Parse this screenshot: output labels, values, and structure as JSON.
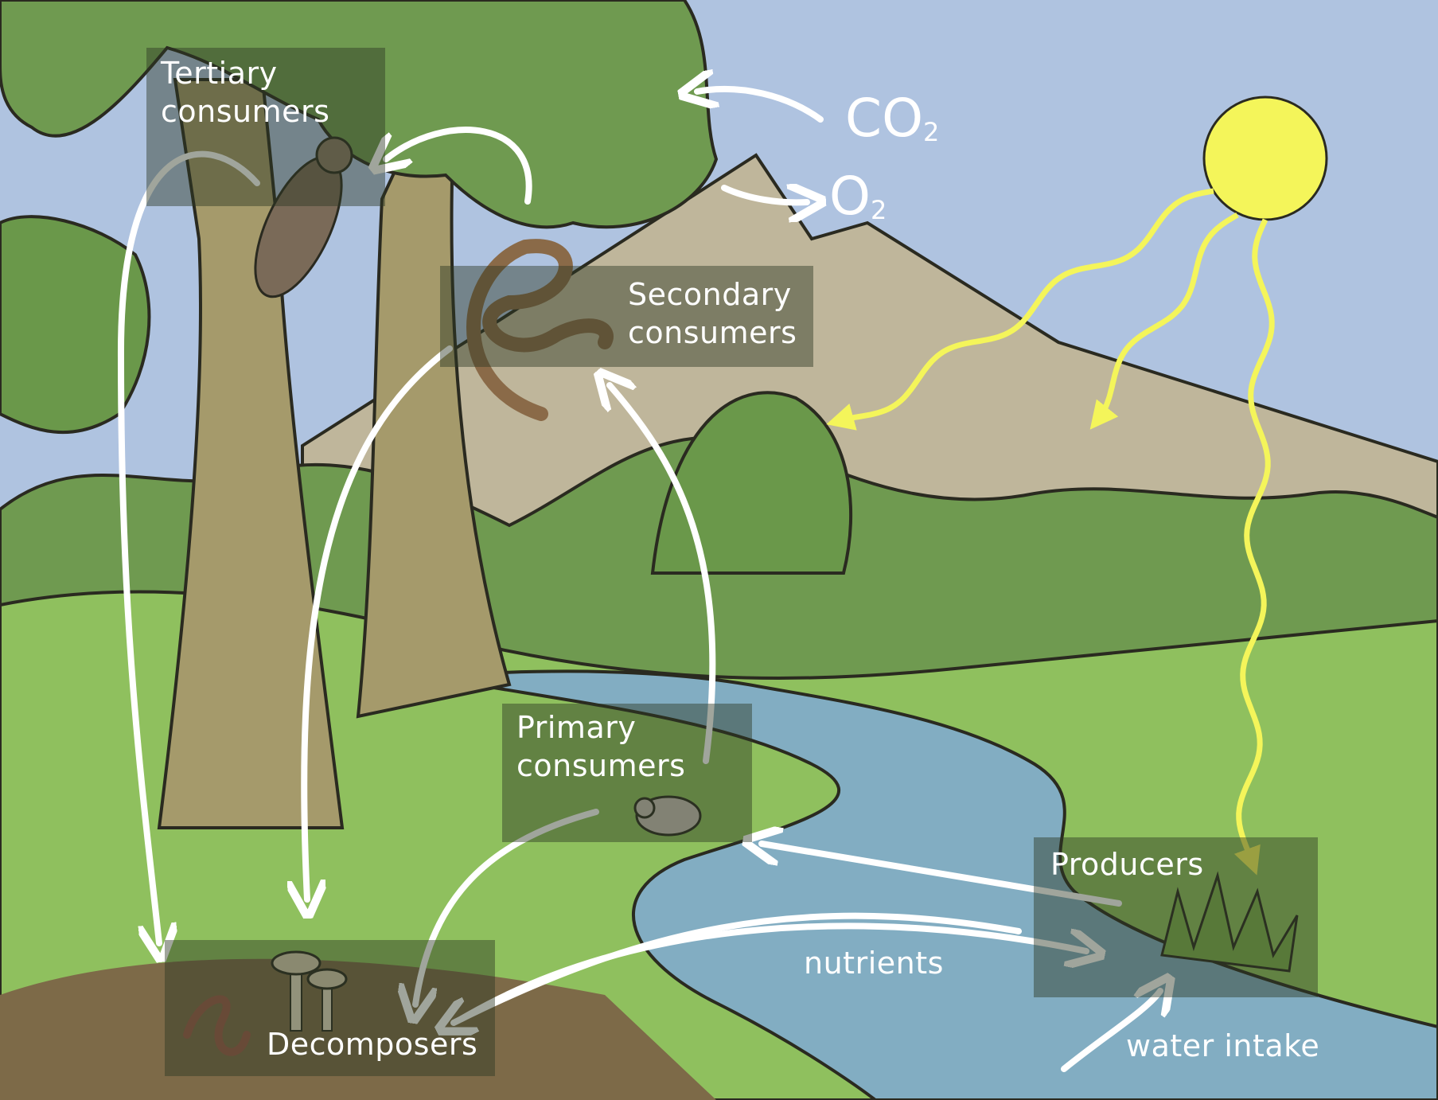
{
  "colors": {
    "sky": "#afc3e0",
    "mountain": "#bfb69b",
    "foliage": "#6f9a50",
    "grass": "#8fc05e",
    "river": "#82adc2",
    "trunk": "#a59a6b",
    "sun": "#f4f55a",
    "arrow": "#ffffff"
  },
  "labels": {
    "tertiary": "Tertiary consumers",
    "secondary": "Secondary consumers",
    "primary": "Primary consumers",
    "producers": "Producers",
    "decomposers": "Decomposers",
    "nutrients": "nutrients",
    "water_intake": "water intake",
    "co2": {
      "base": "CO",
      "sub": "2"
    },
    "o2": {
      "base": "O",
      "sub": "2"
    }
  },
  "organisms": {
    "tertiary": "hawk",
    "secondary": "snake",
    "primary": "mouse",
    "producers": "plants",
    "decomposers": [
      "mushrooms",
      "earthworm"
    ]
  }
}
